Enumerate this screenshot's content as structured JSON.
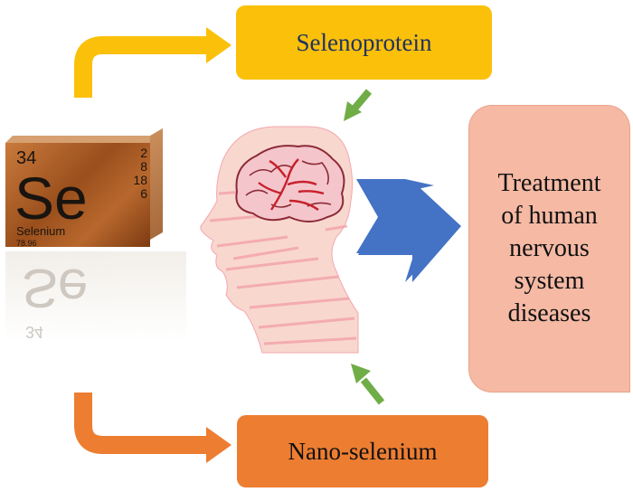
{
  "element": {
    "atomic_number": "34",
    "shells": [
      "2",
      "8",
      "18",
      "6"
    ],
    "symbol": "Se",
    "name": "Selenium",
    "atomic_mass": "78.96",
    "reflection_symbol": "Se",
    "reflection_number": "34"
  },
  "nodes": {
    "selenoprotein": "Selenoprotein",
    "nano_selenium": "Nano-selenium",
    "treatment_lines": [
      "Treatment",
      "of human",
      "nervous",
      "system",
      "diseases"
    ]
  },
  "colors": {
    "selenoprotein_fill": "#fbc00a",
    "nano_fill": "#ed7d31",
    "treatment_fill": "#f5b9a4",
    "big_arrow": "#4472c4",
    "small_arrows": "#70ad47",
    "head_fill": "#f8d7cf",
    "brain_fill": "#f4c6cc"
  }
}
